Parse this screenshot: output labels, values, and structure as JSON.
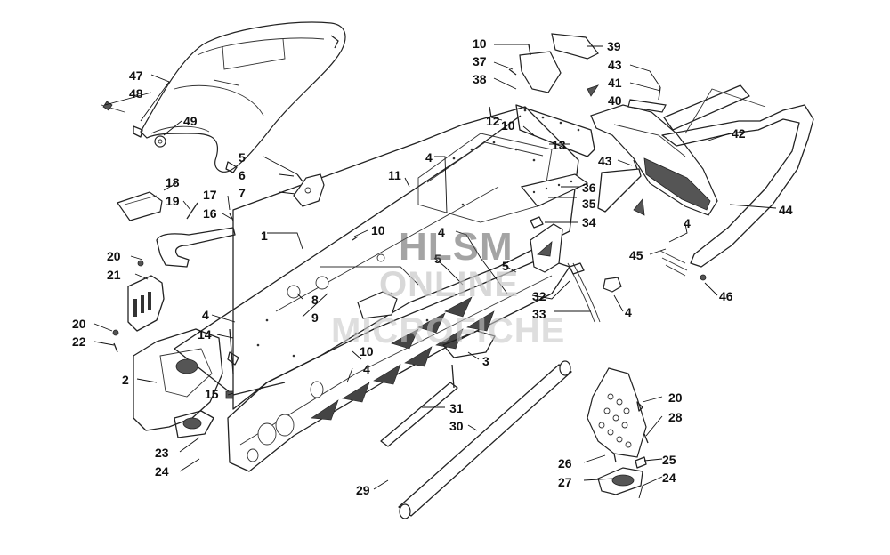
{
  "watermark": {
    "line1": "HLSM",
    "line2": "ONLINE",
    "line3": "MICROFICHE"
  },
  "callouts": [
    {
      "id": "c10a",
      "text": "10"
    },
    {
      "id": "c39",
      "text": "39"
    },
    {
      "id": "c37",
      "text": "37"
    },
    {
      "id": "c43a",
      "text": "43"
    },
    {
      "id": "c38",
      "text": "38"
    },
    {
      "id": "c41",
      "text": "41"
    },
    {
      "id": "c40",
      "text": "40"
    },
    {
      "id": "c47",
      "text": "47"
    },
    {
      "id": "c48",
      "text": "48"
    },
    {
      "id": "c49",
      "text": "49"
    },
    {
      "id": "c12",
      "text": "12"
    },
    {
      "id": "c10b",
      "text": "10"
    },
    {
      "id": "c42",
      "text": "42"
    },
    {
      "id": "c13",
      "text": "13"
    },
    {
      "id": "c43b",
      "text": "43"
    },
    {
      "id": "c5a",
      "text": "5"
    },
    {
      "id": "c4a",
      "text": "4"
    },
    {
      "id": "c6",
      "text": "6"
    },
    {
      "id": "c11",
      "text": "11"
    },
    {
      "id": "c36",
      "text": "36"
    },
    {
      "id": "c7",
      "text": "7"
    },
    {
      "id": "c18",
      "text": "18"
    },
    {
      "id": "c17",
      "text": "17"
    },
    {
      "id": "c35",
      "text": "35"
    },
    {
      "id": "c44",
      "text": "44"
    },
    {
      "id": "c19",
      "text": "19"
    },
    {
      "id": "c16",
      "text": "16"
    },
    {
      "id": "c34",
      "text": "34"
    },
    {
      "id": "c4b",
      "text": "4"
    },
    {
      "id": "c10c",
      "text": "10"
    },
    {
      "id": "c1",
      "text": "1"
    },
    {
      "id": "c4c",
      "text": "4"
    },
    {
      "id": "c20a",
      "text": "20"
    },
    {
      "id": "c45",
      "text": "45"
    },
    {
      "id": "c5b",
      "text": "5"
    },
    {
      "id": "c5c",
      "text": "5"
    },
    {
      "id": "c21",
      "text": "21"
    },
    {
      "id": "c46",
      "text": "46"
    },
    {
      "id": "c32",
      "text": "32"
    },
    {
      "id": "c8",
      "text": "8"
    },
    {
      "id": "c4d",
      "text": "4"
    },
    {
      "id": "c33",
      "text": "33"
    },
    {
      "id": "c9",
      "text": "9"
    },
    {
      "id": "c4e",
      "text": "4"
    },
    {
      "id": "c20b",
      "text": "20"
    },
    {
      "id": "c22",
      "text": "22"
    },
    {
      "id": "c14",
      "text": "14"
    },
    {
      "id": "c3",
      "text": "3"
    },
    {
      "id": "c10d",
      "text": "10"
    },
    {
      "id": "c4f",
      "text": "4"
    },
    {
      "id": "c2",
      "text": "2"
    },
    {
      "id": "c15",
      "text": "15"
    },
    {
      "id": "c31",
      "text": "31"
    },
    {
      "id": "c20c",
      "text": "20"
    },
    {
      "id": "c28",
      "text": "28"
    },
    {
      "id": "c30",
      "text": "30"
    },
    {
      "id": "c23",
      "text": "23"
    },
    {
      "id": "c24a",
      "text": "24"
    },
    {
      "id": "c25",
      "text": "25"
    },
    {
      "id": "c26",
      "text": "26"
    },
    {
      "id": "c27",
      "text": "27"
    },
    {
      "id": "c24b",
      "text": "24"
    },
    {
      "id": "c29",
      "text": "29"
    }
  ]
}
